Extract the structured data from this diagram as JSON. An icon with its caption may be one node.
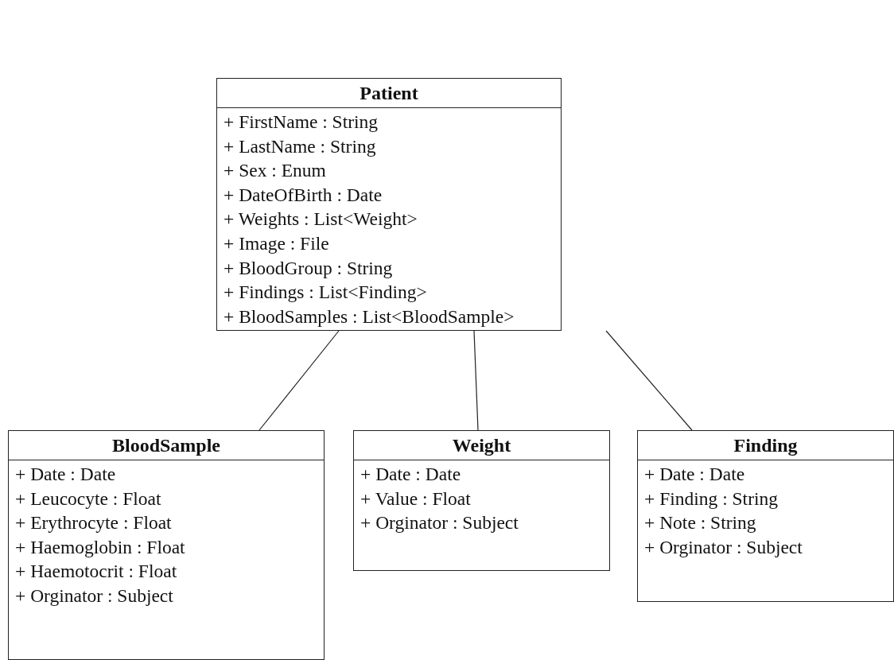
{
  "diagram": {
    "nodes": [
      {
        "text": [
          "Patient",
          "+ FirstName : String",
          "+ LastName : String",
          "+ Sex : Enum",
          "+ DateOfBirth : Date",
          "+ Weights : List<Weight>",
          "+ Image : File",
          "+ BloodGroup : String",
          "+ Findings : List<Finding>",
          "+ BloodSamples : List<BloodSample>"
        ]
      },
      {
        "text": [
          "BloodSample",
          "+ Date : Date",
          "+ Leucocyte : Float",
          "+ Erythrocyte : Float",
          "+ Haemoglobin : Float",
          "+ Haemotocrit : Float",
          "+ Orginator : Subject"
        ]
      },
      {
        "text": [
          "Weight",
          "+ Date : Date",
          "+ Value : Float",
          "+ Orginator : Subject"
        ]
      },
      {
        "text": [
          "Finding",
          "+ Date : Date",
          "+ Finding : String",
          "+ Note : String",
          "+ Orginator : Subject"
        ]
      }
    ],
    "edges": [
      {
        "from": 0,
        "to": 1,
        "arrow": "none"
      },
      {
        "from": 0,
        "to": 2,
        "arrow": "none"
      },
      {
        "from": 0,
        "to": 3,
        "arrow": "none"
      }
    ]
  }
}
